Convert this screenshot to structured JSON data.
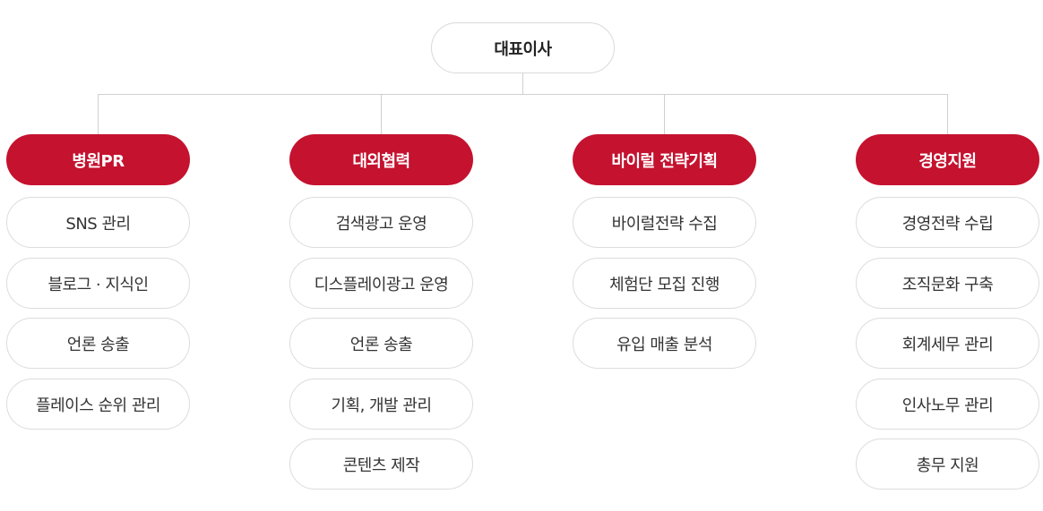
{
  "root": {
    "label": "대표이사"
  },
  "colors": {
    "accent": "#c4122f",
    "border": "#dcdcdc",
    "text": "#333333",
    "connector": "#d0d0d0"
  },
  "departments": [
    {
      "label": "병원PR",
      "tasks": [
        "SNS 관리",
        "블로그 · 지식인",
        "언론 송출",
        "플레이스 순위 관리"
      ]
    },
    {
      "label": "대외협력",
      "tasks": [
        "검색광고 운영",
        "디스플레이광고 운영",
        "언론 송출",
        "기획, 개발 관리",
        "콘텐츠 제작"
      ]
    },
    {
      "label": "바이럴 전략기획",
      "tasks": [
        "바이럴전략 수집",
        "체험단 모집 진행",
        "유입 매출 분석"
      ]
    },
    {
      "label": "경영지원",
      "tasks": [
        "경영전략 수립",
        "조직문화 구축",
        "회계세무 관리",
        "인사노무 관리",
        "총무 지원"
      ]
    }
  ]
}
